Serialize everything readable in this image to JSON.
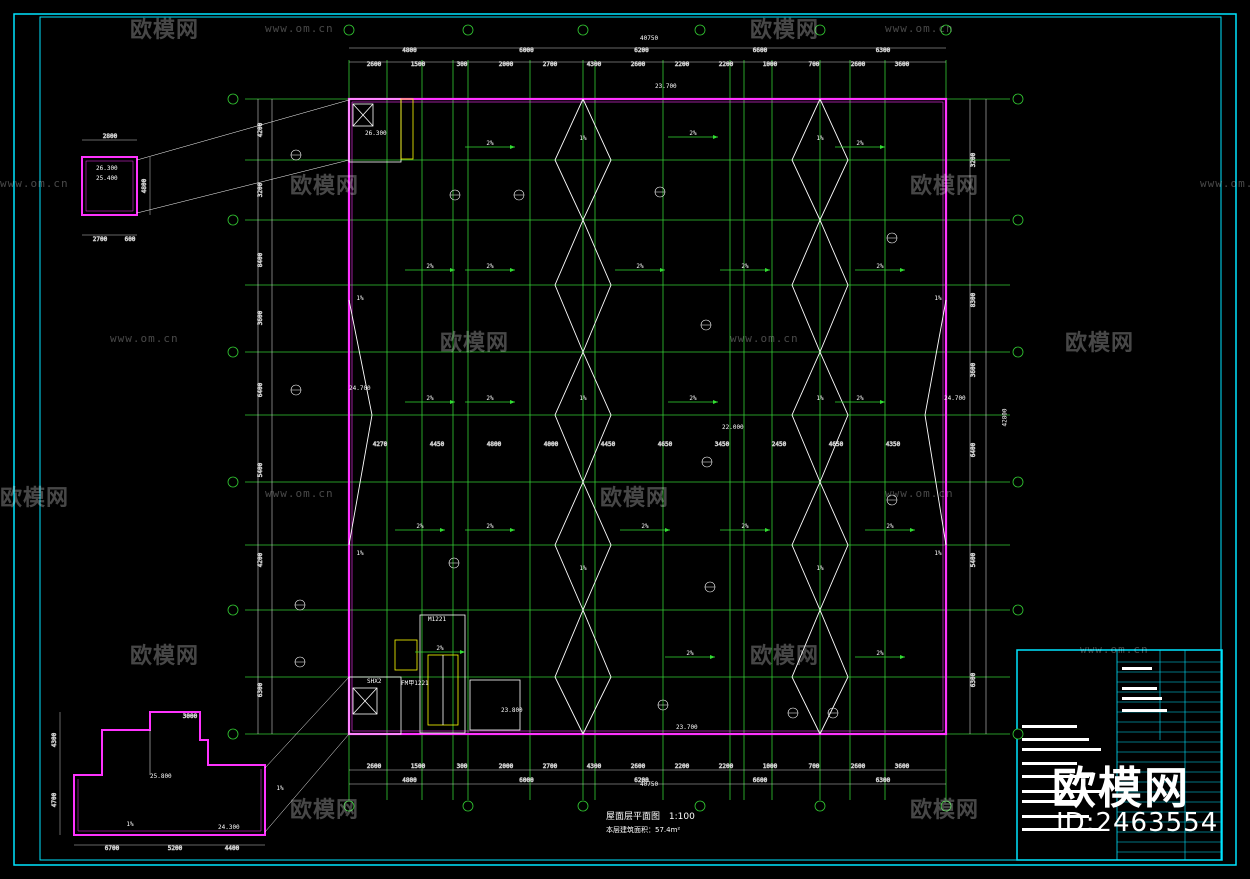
{
  "drawing": {
    "title": "屋面层平面图",
    "scale": "1:100",
    "note": "本层建筑面积：57.4m²"
  },
  "dimensions": {
    "overall": "40750",
    "overall_right": "42800",
    "top_segments": [
      "4800",
      "6000",
      "6200",
      "6600",
      "6300"
    ],
    "top_sub": [
      "2600",
      "1500",
      "300",
      "2000",
      "2700",
      "4300",
      "2600",
      "2200",
      "2200",
      "1000",
      "700",
      "2600",
      "3600"
    ],
    "interior_row": [
      "4270",
      "4450",
      "4800",
      "4000",
      "4450",
      "4650",
      "3450",
      "2450",
      "4650",
      "4350"
    ],
    "left_vertical": [
      "4200",
      "3200",
      "8400",
      "3600",
      "6400",
      "5400",
      "4200",
      "6300"
    ],
    "right_vertical": [
      "3200",
      "8300",
      "3600",
      "6400",
      "5400",
      "6300"
    ]
  },
  "elevations": {
    "roof": "23.700",
    "parapet": "24.700",
    "center": "22.000",
    "stair_roof": "26.300",
    "stair_mid": "25.400",
    "stair_low": "23.800",
    "inset_top": "26.300",
    "inset_mid": "25.800",
    "inset_base": "24.300"
  },
  "labels": {
    "slope": "2%",
    "slope_small": "1%",
    "ridge": "1%",
    "stair_label": "SHX2",
    "door_label": "FM甲1221",
    "window_label": "M1221"
  },
  "insets": {
    "top_left_dims": [
      "2800",
      "2700",
      "600",
      "4800"
    ],
    "bottom_left_dims": [
      "6700",
      "5200",
      "4400",
      "4300",
      "4700",
      "3000"
    ]
  },
  "title_block": {
    "brand": "欧模网",
    "id": "ID:2463554"
  },
  "watermark": {
    "text": "欧模网",
    "url": "www.om.cn"
  },
  "colors": {
    "frame": "#00e5ff",
    "wall": "#ff33ff",
    "grid": "#33dd33",
    "dims": "#dddddd",
    "ridge": "#ffffff"
  }
}
